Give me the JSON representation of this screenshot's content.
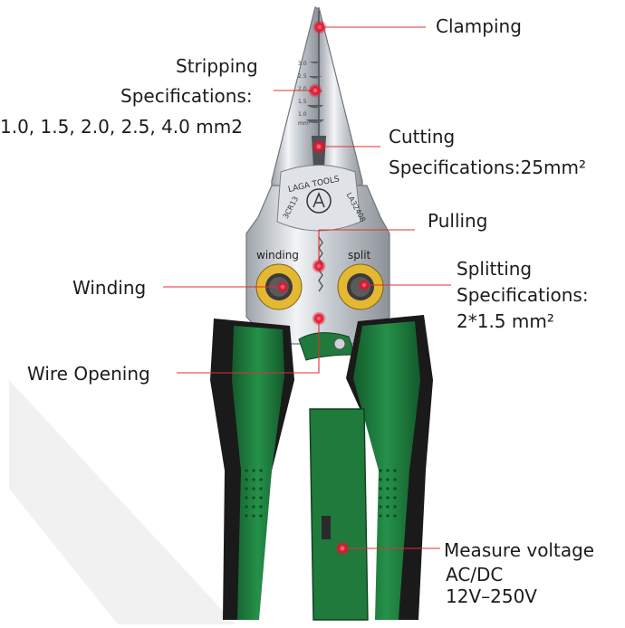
{
  "engraving": {
    "brand": "LAGA TOOLS",
    "model": "LA32408",
    "steel": "3CR13",
    "winding_hole": "winding",
    "split_hole": "split",
    "scale": [
      "3.0",
      "2.5",
      "2.0",
      "1.5",
      "1.0",
      "mm²"
    ]
  },
  "labels": {
    "clamping": "Clamping",
    "stripping_title": "Stripping",
    "stripping_spec": "Specifications:",
    "stripping_values": "1.0, 1.5, 2.0, 2.5, 4.0 mm2",
    "cutting_title": "Cutting",
    "cutting_spec": "Specifications:25mm²",
    "pulling": "Pulling",
    "winding": "Winding",
    "splitting_title": "Splitting",
    "splitting_spec": "Specifications:",
    "splitting_values": "2*1.5 mm²",
    "wire_opening": "Wire Opening",
    "measure_title": "Measure voltage",
    "measure_type": "AC/DC",
    "measure_range": "12V–250V"
  },
  "colors": {
    "handle_green": "#1f7a3c",
    "handle_black": "#1a1a1a",
    "steel": "#c9cdd2",
    "marker_red": "#e8102a",
    "brass_ring": "#e4b832",
    "leader_line": "#e03030"
  }
}
